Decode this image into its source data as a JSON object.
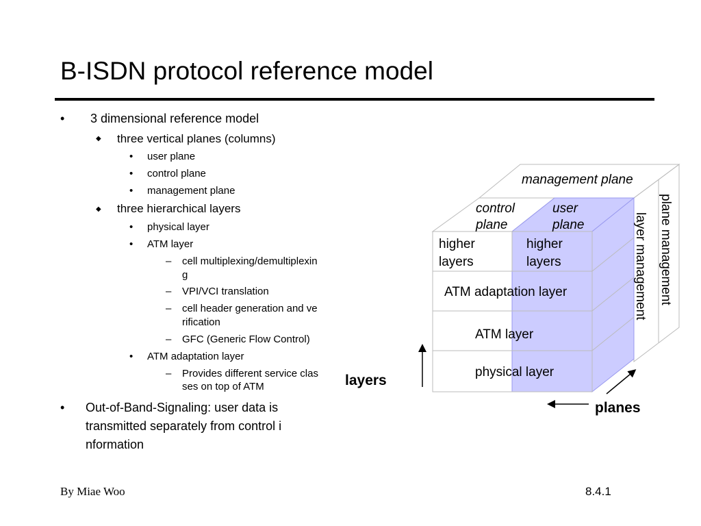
{
  "slide": {
    "title": "B-ISDN protocol reference model",
    "bullets": {
      "l1_a": "3 dimensional reference model",
      "l2_a": "three vertical planes (columns)",
      "l3_a1": "user plane",
      "l3_a2": "control plane",
      "l3_a3": "management plane",
      "l2_b": "three hierarchical layers",
      "l3_b1": "physical layer",
      "l3_b2": "ATM layer",
      "l4_b2_1a": "cell multiplexing/demultiplexin",
      "l4_b2_1b": "g",
      "l4_b2_2": "VPI/VCI translation",
      "l4_b2_3a": "cell header generation and ve",
      "l4_b2_3b": "rification",
      "l4_b2_4": "GFC (Generic Flow Control)",
      "l3_b3": "ATM adaptation layer",
      "l4_b3_1a": "Provides different service clas",
      "l4_b3_1b": "ses on top of ATM",
      "l1_b_1": "Out-of-Band-Signaling: user data is",
      "l1_b_2": "transmitted separately from control i",
      "l1_b_3": "nformation"
    },
    "markers": {
      "level1": "•",
      "level2": "◆",
      "level3": "•",
      "level4": "–"
    },
    "footer": {
      "author": "By Miae Woo",
      "page": "8.4.1"
    }
  },
  "diagram": {
    "management_plane": "management plane",
    "control_plane_1": "control",
    "control_plane_2": "plane",
    "user_plane_1": "user",
    "user_plane_2": "plane",
    "plane_management": "plane management",
    "layer_management": "layer management",
    "higher_layers_left_1": "higher",
    "higher_layers_left_2": "layers",
    "higher_layers_right_1": "higher",
    "higher_layers_right_2": "layers",
    "aal": "ATM adaptation layer",
    "atm_layer": "ATM layer",
    "physical_layer": "physical layer",
    "layers_axis": "layers",
    "planes_axis": "planes",
    "colors": {
      "user_plane_fill": "#ccccff",
      "user_plane_stroke": "#9999ee",
      "lines": "#bbbbbb"
    }
  }
}
